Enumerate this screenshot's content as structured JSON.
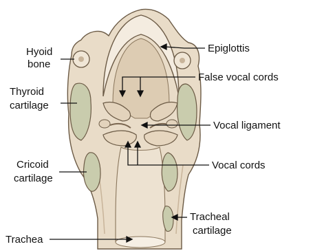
{
  "labels": {
    "hyoid_line1": "Hyoid",
    "hyoid_line2": "bone",
    "thyroid_line1": "Thyroid",
    "thyroid_line2": "cartilage",
    "cricoid_line1": "Cricoid",
    "cricoid_line2": "cartilage",
    "trachea": "Trachea",
    "epiglottis": "Epiglottis",
    "false_vocal_cords": "False vocal cords",
    "vocal_ligament": "Vocal ligament",
    "vocal_cords": "Vocal cords",
    "tracheal_line1": "Tracheal",
    "tracheal_line2": "cartilage"
  },
  "colors": {
    "background": "#ffffff",
    "tissue": "#e9dcc8",
    "tissue_light": "#f4ece0",
    "tissue_shadow": "#c8b49a",
    "cartilage": "#c9ccad",
    "airway": "#ede2d1",
    "outline": "#6b5a45",
    "leader": "#111111"
  }
}
